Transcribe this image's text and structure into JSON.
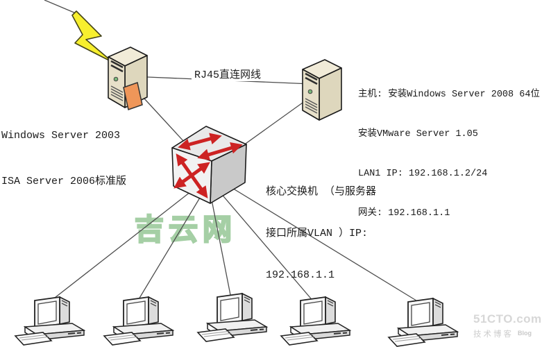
{
  "diagram": {
    "nodes": {
      "isa_server": {
        "lines": [
          "Windows Server 2003",
          "ISA Server 2006标准版"
        ]
      },
      "host_server": {
        "lines": [
          "主机: 安装Windows Server 2008 64位",
          "安装VMware Server 1.05",
          "LAN1 IP: 192.168.1.2/24",
          "网关: 192.168.1.1"
        ]
      },
      "core_switch": {
        "lines": [
          "核心交换机 （与服务器",
          "接口所属VLAN ）IP:",
          "192.168.1.1"
        ]
      },
      "client_count": 5
    },
    "links": {
      "rj45_label": "RJ45直连网线"
    }
  },
  "watermark": {
    "text": "吉云网",
    "color": "#a5cfa5"
  },
  "branding": {
    "site": "51CTO.com",
    "tagline": "技术博客",
    "badge": "Blog"
  },
  "colors": {
    "arrow_red": "#cd2323",
    "bolt_yellow": "#f7ef2e",
    "server_beige": "#e7e0c9",
    "card_orange": "#ef9659",
    "line_gray": "#4d4d4d",
    "watermark_green": "#a5cfa5"
  }
}
